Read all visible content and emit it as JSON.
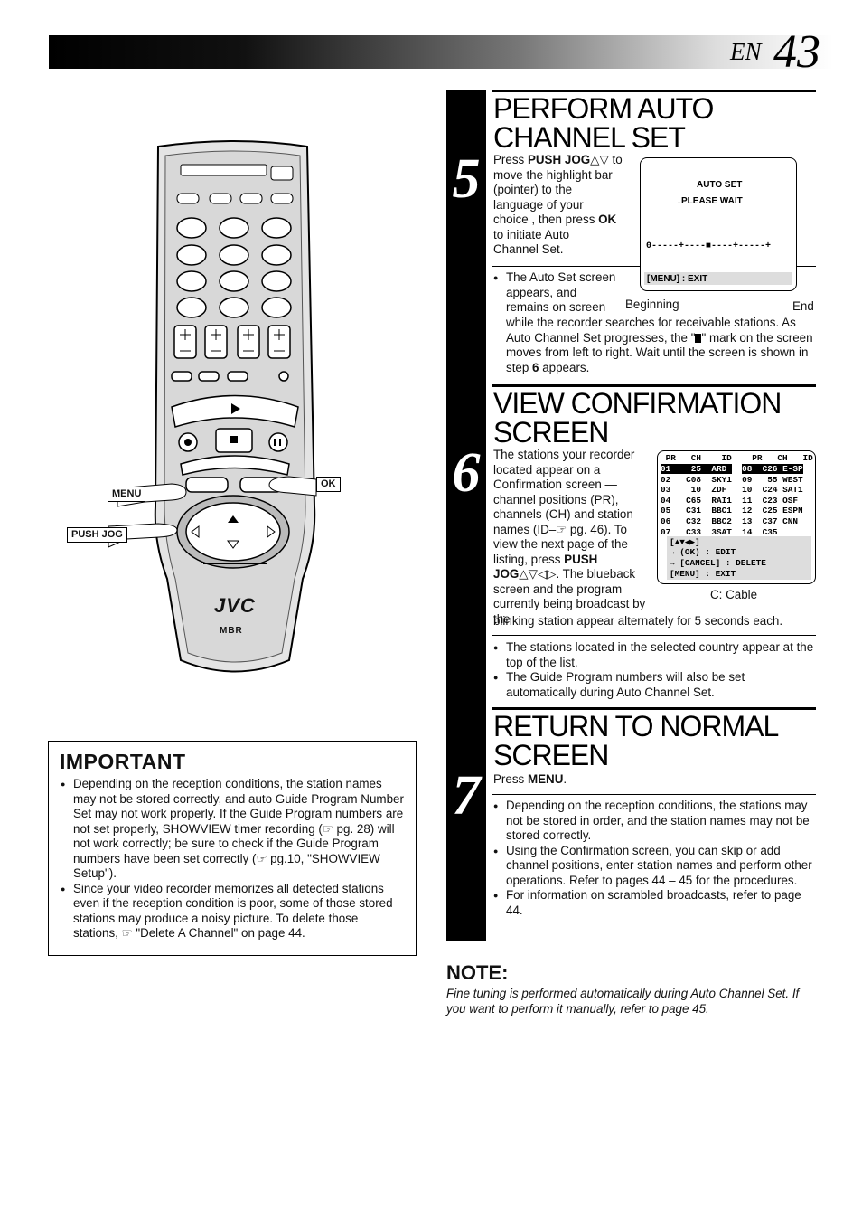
{
  "header": {
    "lang": "EN",
    "page_number": "43"
  },
  "remote": {
    "brand": "JVC",
    "sub_brand": "MBR",
    "labels": {
      "menu": "MENU",
      "ok": "OK",
      "push_jog": "PUSH JOG"
    }
  },
  "step5": {
    "number": "5",
    "heading": "PERFORM AUTO CHANNEL SET",
    "p1_pre": "Press ",
    "p1_bold": "PUSH JOG△▽",
    "p1_a": " to",
    "p1_b": "move the highlight bar",
    "p1_c": "(pointer) to the",
    "p1_d": "language of your",
    "p1_e_pre": "choice , then press ",
    "p1_e_bold": "OK",
    "p1_f": "to initiate Auto",
    "p1_g": "Channel Set.",
    "b1_a": "The Auto Set screen",
    "b1_b": "appears, and",
    "b1_c": "remains on screen",
    "b1_rest_pre": "while the recorder searches for receivable stations. As Auto Channel Set progresses, the \"",
    "b1_rest_post": "\" mark on the screen moves from left to right. Wait until the screen is shown in step ",
    "b1_step": "6",
    "b1_end": " appears.",
    "screen": {
      "title": "AUTO SET",
      "wait": "PLEASE WAIT",
      "scale": "0-----+----■----+-----+",
      "exit": "[MENU] : EXIT",
      "label_begin": "Beginning",
      "label_end": "End"
    }
  },
  "step6": {
    "number": "6",
    "heading": "VIEW CONFIRMATION SCREEN",
    "lines": [
      "The stations your recorder",
      "located appear on a",
      "Confirmation screen —",
      "channel positions (PR),",
      "channels (CH) and station",
      "names (ID–☞ pg. 46). To",
      "view the next page of the",
      "listing, press "
    ],
    "push": "PUSH",
    "jog": "JOG△▽◁▷",
    "line9": ". The blueback",
    "line10": "screen and the program",
    "line11": "currently being broadcast by the",
    "line12": "blinking station appear alternately for 5 seconds each.",
    "bullets": [
      "The stations located in the selected country appear at the top of the list.",
      "The Guide Program numbers will also be set automatically during Auto Channel Set."
    ],
    "screen": {
      "header": " PR   CH    ID    PR   CH   ID",
      "rows": [
        [
          "01",
          "25",
          "ARD",
          "08",
          "C26",
          "E-SP"
        ],
        [
          "02",
          "C08",
          "SKY1",
          "09",
          "55",
          "WEST"
        ],
        [
          "03",
          "10",
          "ZDF",
          "10",
          "C24",
          "SAT1"
        ],
        [
          "04",
          "C65",
          "RAI1",
          "11",
          "C23",
          "OSF"
        ],
        [
          "05",
          "C31",
          "BBC1",
          "12",
          "C25",
          "ESPN"
        ],
        [
          "06",
          "C32",
          "BBC2",
          "13",
          "C37",
          "CNN"
        ],
        [
          "07",
          "C33",
          "3SAT",
          "14",
          "C35",
          ""
        ]
      ],
      "arrows": "[▲▼◀▶]",
      "edit": "→ (OK) : EDIT",
      "delete": "→ [CANCEL] : DELETE",
      "exit": "[MENU] : EXIT",
      "caption": "C: Cable"
    }
  },
  "step7": {
    "number": "7",
    "heading": "RETURN TO NORMAL SCREEN",
    "press_pre": "Press ",
    "press_bold": "MENU",
    "press_end": ".",
    "bullets": [
      "Depending on the reception conditions, the stations may not be stored in order, and the station names may not be stored correctly.",
      "Using the Confirmation screen, you can skip or add channel positions, enter station names and perform other operations. Refer to pages 44 – 45 for the procedures.",
      "For information on scrambled broadcasts, refer to page 44."
    ]
  },
  "important": {
    "title": "IMPORTANT",
    "b1": "Depending on the reception conditions, the station names may not be stored correctly, and auto Guide Program Number Set may not work properly. If the Guide Program numbers are not set properly, SHOWVIEW timer recording (☞ pg. 28) will not work correctly; be sure to check if the Guide Program numbers have been set correctly (☞ pg.10, \"SHOWVIEW Setup\").",
    "b2": "Since your video recorder memorizes all detected stations even if the reception condition is poor, some of those stored stations may produce a noisy picture. To delete those stations, ☞ \"Delete A Channel\" on page 44."
  },
  "note": {
    "title": "NOTE:",
    "text": "Fine tuning is performed automatically during Auto Channel Set. If you want to perform it manually, refer to page 45."
  }
}
